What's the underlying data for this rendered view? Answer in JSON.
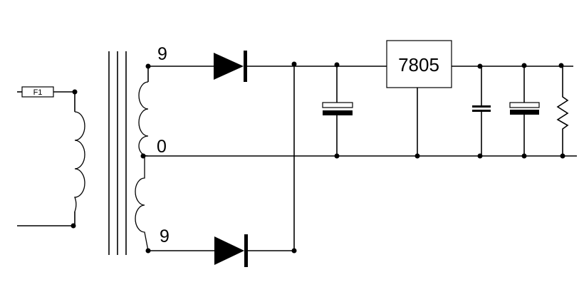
{
  "transformer": {
    "secondary_top_label": "9",
    "center_tap_label": "0",
    "secondary_bottom_label": "9"
  },
  "fuse": {
    "label": "F1"
  },
  "regulator": {
    "label": "7805"
  },
  "colors": {
    "line": "#000000",
    "background": "#ffffff"
  }
}
